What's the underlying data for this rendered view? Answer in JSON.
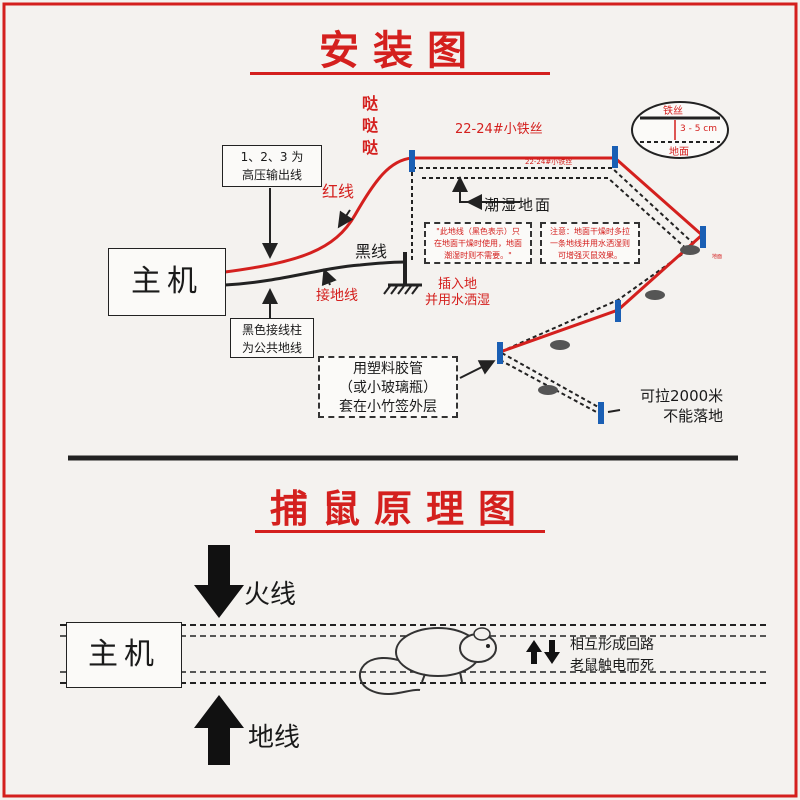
{
  "install": {
    "title": "安装图",
    "sound": [
      "哒",
      "哒",
      "哒"
    ],
    "high_voltage_note": "1、2、3 为\n高压输出线",
    "red_wire": "红线",
    "black_wire": "黑线",
    "ground_wire": "接地线",
    "main_unit": "主机",
    "common_ground_note": "黑色接线柱\n为公共地线",
    "ground_stake_note": "插入地\n并用水洒湿",
    "wire_spec": "22-24#小铁丝",
    "wire_spec_small": "22-24#小铁丝",
    "wet_ground": "潮湿地面",
    "ground_note": "\"此地线（黑色表示）只\n在地面干燥时使用，地面\n潮湿时则不需要。\"",
    "caution_note": "注意：地面干燥时多拉\n一条地线并用水洒湿则\n可增强灭鼠效果。",
    "detail_iron": "铁丝",
    "detail_dist": "3 - 5 cm",
    "detail_ground": "地面",
    "tube_note": "用塑料胶管\n（或小玻璃瓶）\n套在小竹签外层",
    "length_note": "可拉2000米\n不能落地",
    "tag_small": "地面"
  },
  "principle": {
    "title": "捕鼠原理图",
    "fire_wire": "火线",
    "main_unit": "主机",
    "ground_wire": "地线",
    "loop_note_1": "相互形成回路",
    "loop_note_2": "老鼠触电而死"
  },
  "colors": {
    "accent": "#d4201e",
    "wire_red": "#d4201e",
    "wire_black": "#222222",
    "post_blue": "#1a5fb4"
  }
}
